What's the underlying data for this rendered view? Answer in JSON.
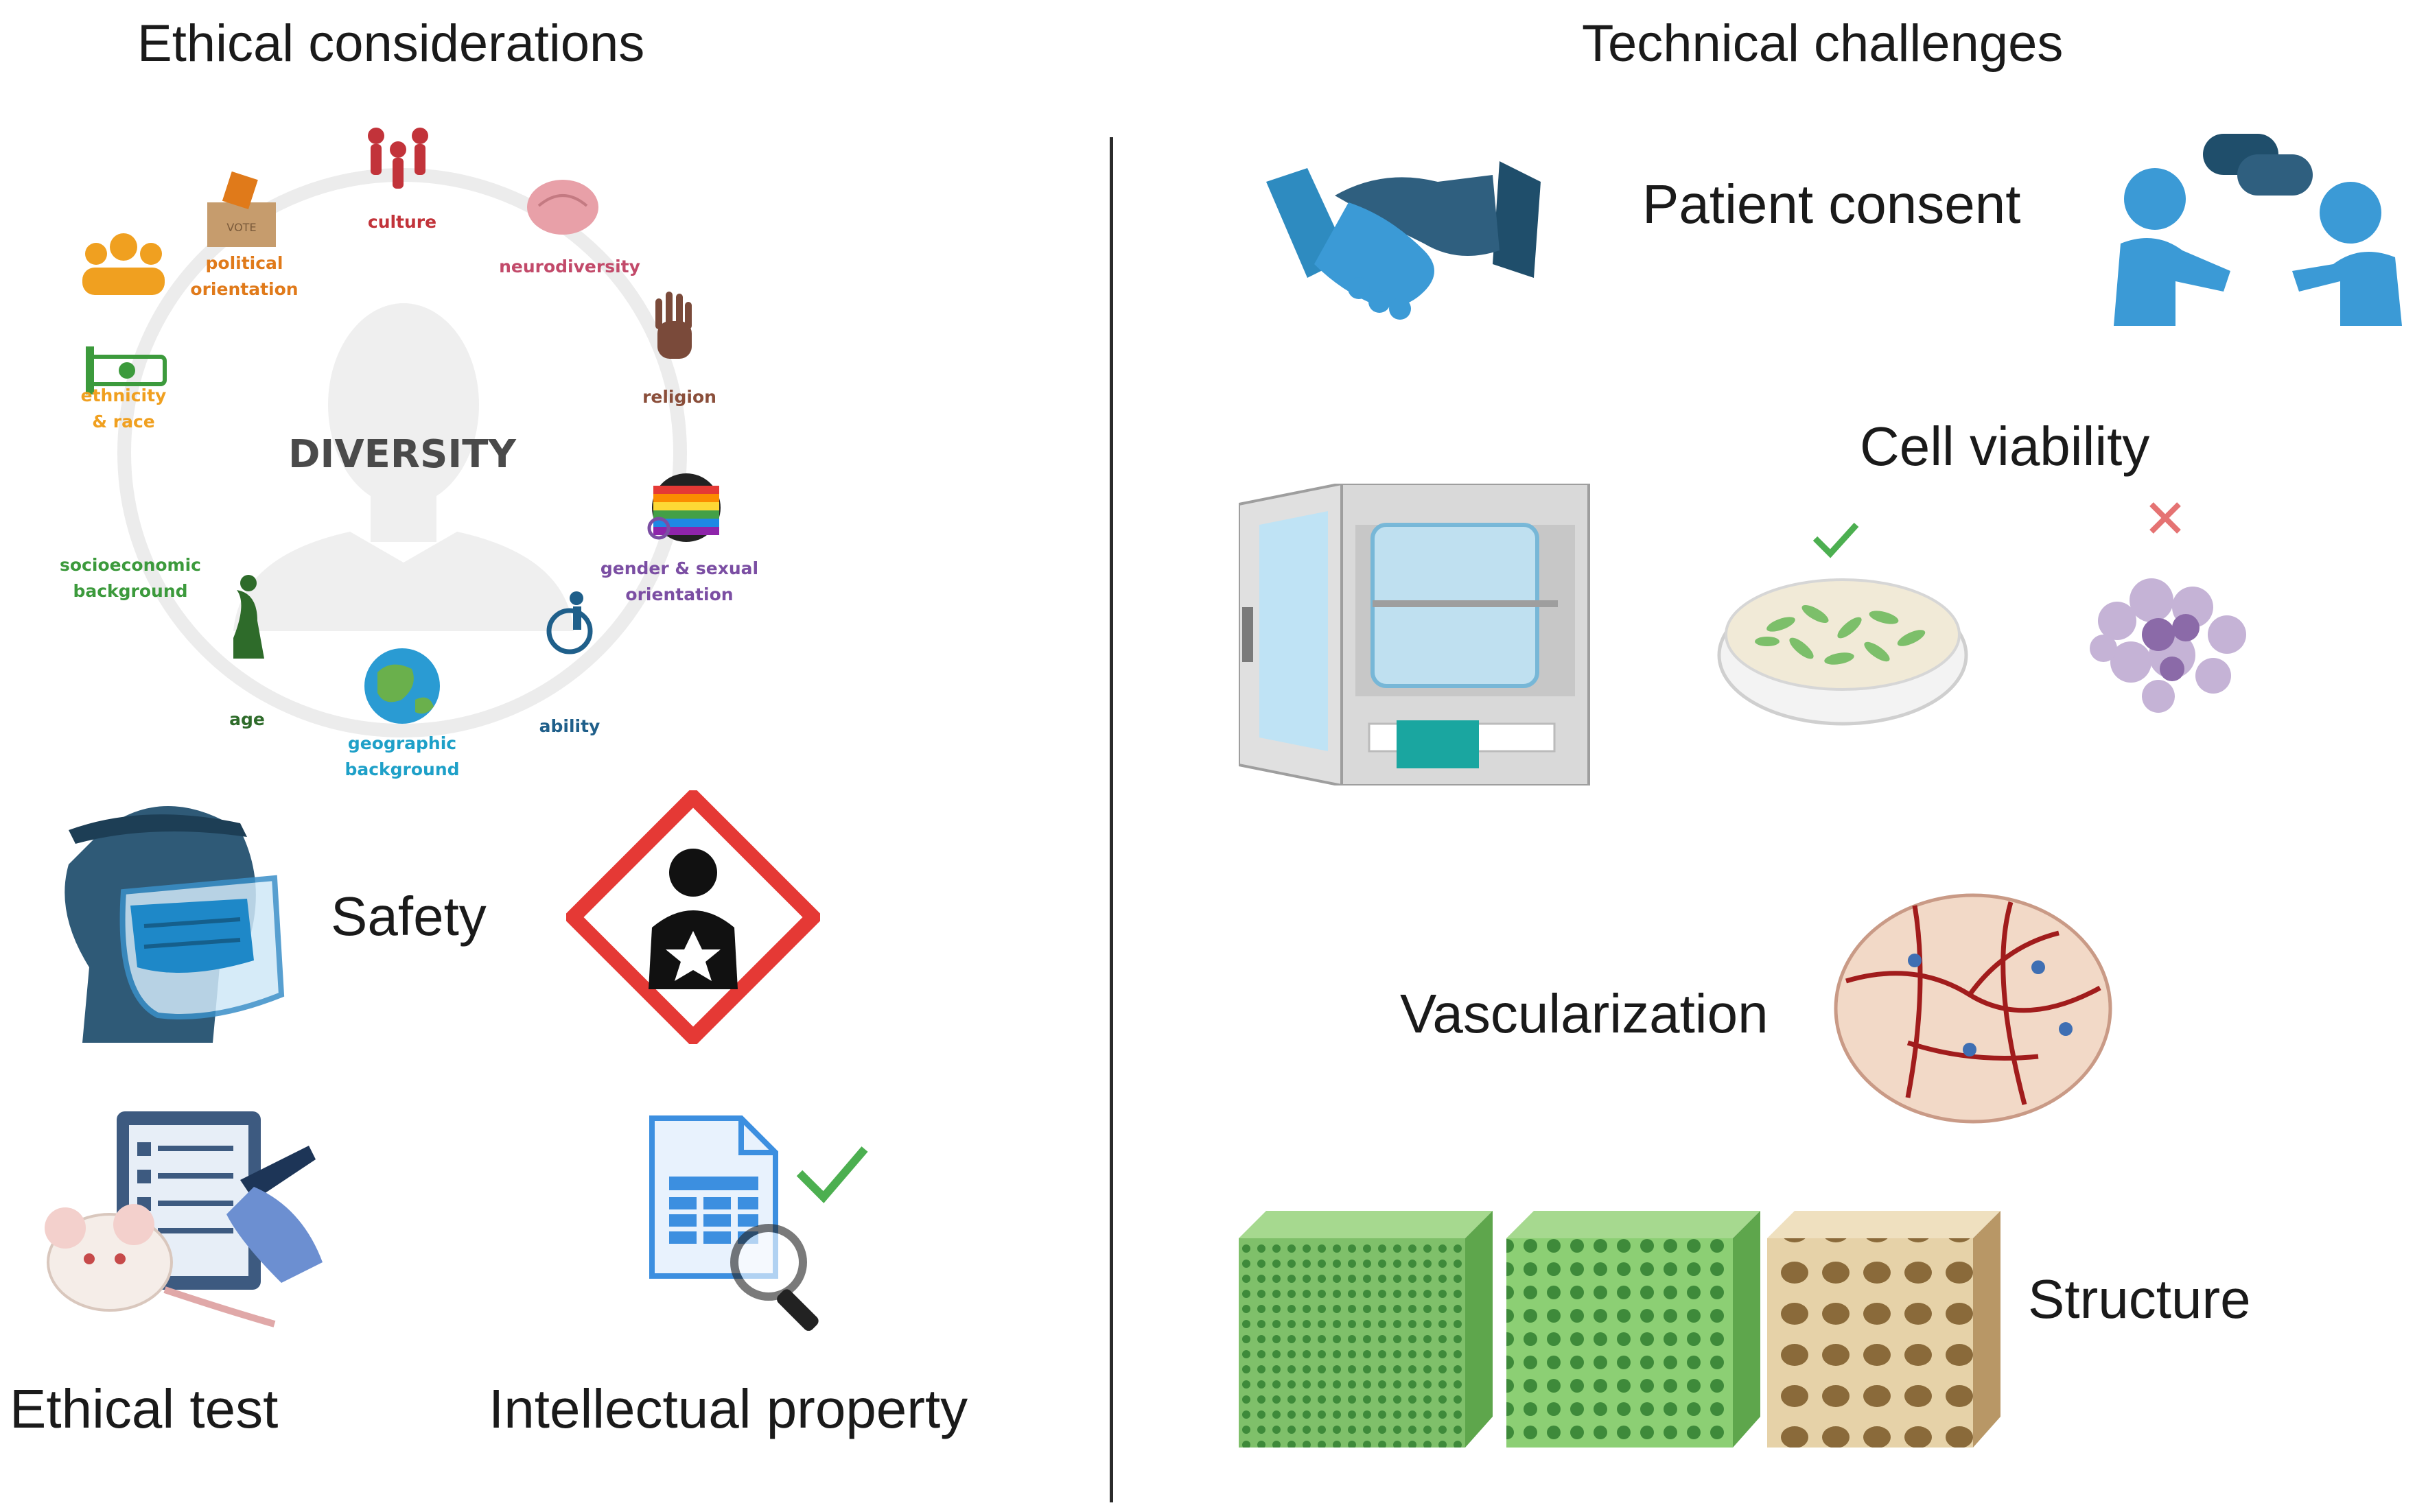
{
  "left_panel": {
    "title": "Ethical considerations",
    "diversity": {
      "center_label": "DIVERSITY",
      "items": [
        {
          "key": "culture",
          "line1": "culture",
          "line2": "",
          "color": "#c2333a"
        },
        {
          "key": "neuro",
          "line1": "neurodiversity",
          "line2": "",
          "color": "#c24a6a"
        },
        {
          "key": "religion",
          "line1": "religion",
          "line2": "",
          "color": "#8a4e3a"
        },
        {
          "key": "gender",
          "line1": "gender & sexual",
          "line2": "orientation",
          "color": "#7b4ea3"
        },
        {
          "key": "ability",
          "line1": "ability",
          "line2": "",
          "color": "#1f5f8a"
        },
        {
          "key": "geo",
          "line1": "geographic",
          "line2": "background",
          "color": "#1ea0c8"
        },
        {
          "key": "age",
          "line1": "age",
          "line2": "",
          "color": "#2e6b2a"
        },
        {
          "key": "socio",
          "line1": "socioeconomic",
          "line2": "background",
          "color": "#3c9a3c"
        },
        {
          "key": "ethnicity",
          "line1": "ethnicity",
          "line2": "& race",
          "color": "#f0a020"
        },
        {
          "key": "political",
          "line1": "political",
          "line2": "orientation",
          "color": "#e07a1a"
        }
      ],
      "vote_box_text": "VOTE"
    },
    "safety_label": "Safety",
    "ethical_test_label": "Ethical test",
    "intellectual_property_label": "Intellectual property"
  },
  "right_panel": {
    "title": "Technical challenges",
    "patient_consent_label": "Patient consent",
    "cell_viability_label": "Cell viability",
    "vascularization_label": "Vascularization",
    "structure_label": "Structure"
  },
  "icons": [
    "face-shield-icon",
    "health-hazard-icon",
    "ethical-test-icon",
    "document-search-icon",
    "handshake-icon",
    "conversation-icon",
    "incubator-icon",
    "petri-dish-icon",
    "dead-cells-icon",
    "vascularized-sphere-icon",
    "scaffold-icon"
  ]
}
